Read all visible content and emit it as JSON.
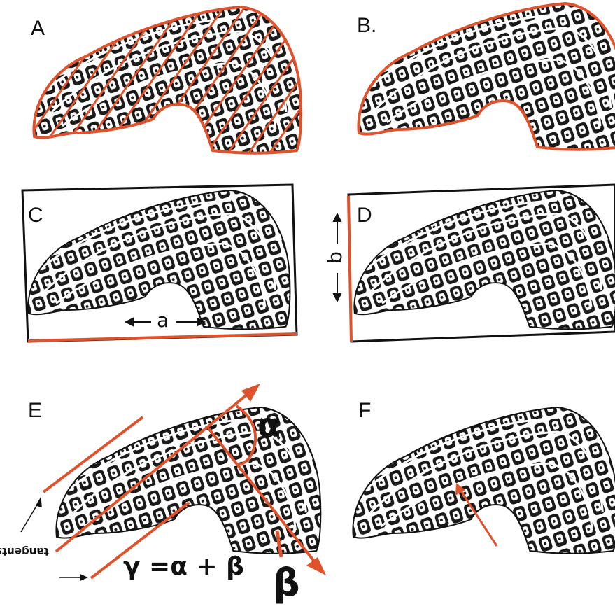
{
  "panels": [
    {
      "id": "A",
      "label": "A"
    },
    {
      "id": "B",
      "label": "B."
    },
    {
      "id": "C",
      "label": "C",
      "dimension": "a"
    },
    {
      "id": "D",
      "label": "D",
      "dimension": "b"
    },
    {
      "id": "E",
      "label": "E"
    },
    {
      "id": "F",
      "label": "F"
    }
  ],
  "annotations": {
    "alpha": "α",
    "beta": "β",
    "formula": "γ =α + β",
    "tangents": "tangents"
  },
  "colors": {
    "accent": "#e0522b",
    "outline": "#111111",
    "texture_dark": "#1a1a1a",
    "background": "#ffffff"
  }
}
